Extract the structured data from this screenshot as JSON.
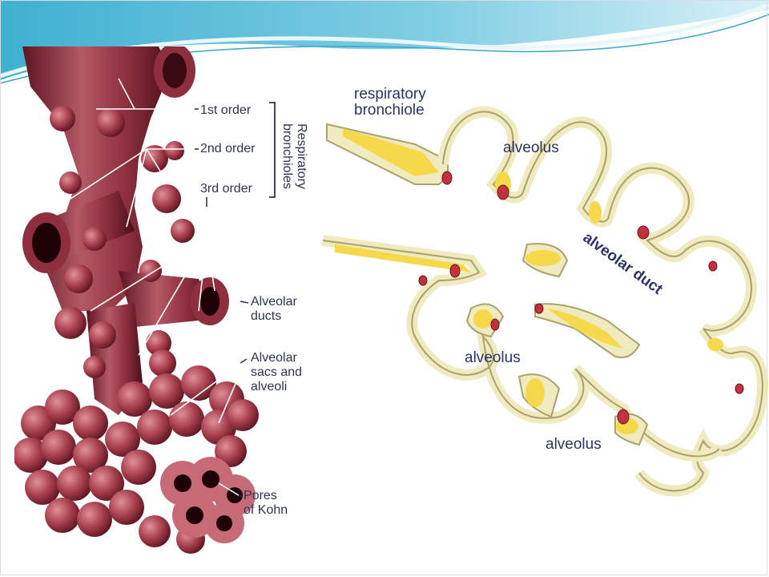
{
  "left_labels": {
    "first_order": "1st order",
    "second_order": "2nd order",
    "third_order": "3rd order",
    "respiratory": "Respiratory",
    "bronchioles": "bronchioles",
    "alveolar_ducts_1": "Alveolar",
    "alveolar_ducts_2": "ducts",
    "sacs_1": "Alveolar",
    "sacs_2": "sacs and",
    "sacs_3": "alveoli",
    "pores_1": "Pores",
    "pores_2": "of Kohn"
  },
  "right_labels": {
    "resp_bronchiole_1": "respiratory",
    "resp_bronchiole_2": "bronchiole",
    "alveolus_top": "alveolus",
    "alveolar_duct": "alveolar duct",
    "alveolus_mid": "alveolus",
    "alveolus_bottom": "alveolus"
  },
  "colors": {
    "header_teal": "#4db8d6",
    "header_light": "#bfe6f1",
    "tissue_dark": "#7a2231",
    "tissue_mid": "#a8404f",
    "tissue_light": "#c9707c",
    "wall_cream": "#efeabf",
    "wall_outline": "#a9a36a",
    "cytoplasm_yellow": "#f6d94a",
    "nucleus_red": "#c3313f",
    "label_navy": "#2b3464"
  }
}
